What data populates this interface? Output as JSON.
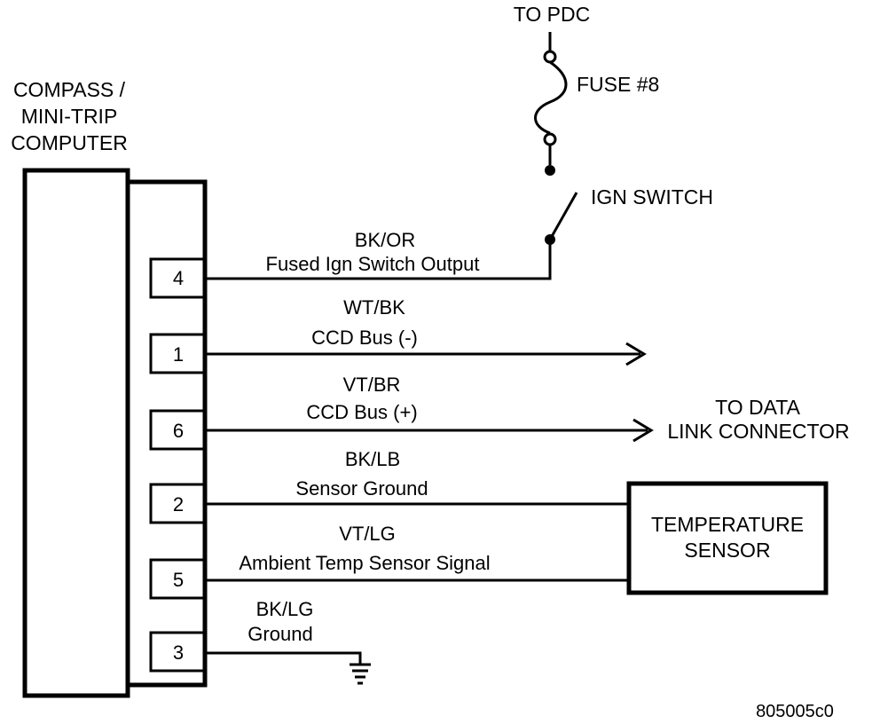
{
  "computer": {
    "title_lines": [
      "COMPASS /",
      "MINI-TRIP",
      "COMPUTER"
    ]
  },
  "pdc_label": "TO PDC",
  "fuse_label": "FUSE #8",
  "ign_switch_label": "IGN SWITCH",
  "circuits": [
    {
      "pin": "4",
      "color_code": "BK/OR",
      "description": "Fused Ign Switch Output"
    },
    {
      "pin": "1",
      "color_code": "WT/BK",
      "description": "CCD Bus (-)"
    },
    {
      "pin": "6",
      "color_code": "VT/BR",
      "description": "CCD Bus (+)"
    },
    {
      "pin": "2",
      "color_code": "BK/LB",
      "description": "Sensor Ground"
    },
    {
      "pin": "5",
      "color_code": "VT/LG",
      "description": "Ambient Temp Sensor Signal"
    },
    {
      "pin": "3",
      "color_code": "BK/LG",
      "description": "Ground"
    }
  ],
  "data_link": {
    "lines": [
      "TO DATA",
      "LINK CONNECTOR"
    ]
  },
  "temp_sensor": {
    "lines": [
      "TEMPERATURE",
      "SENSOR"
    ]
  },
  "figure_id": "805005c0"
}
